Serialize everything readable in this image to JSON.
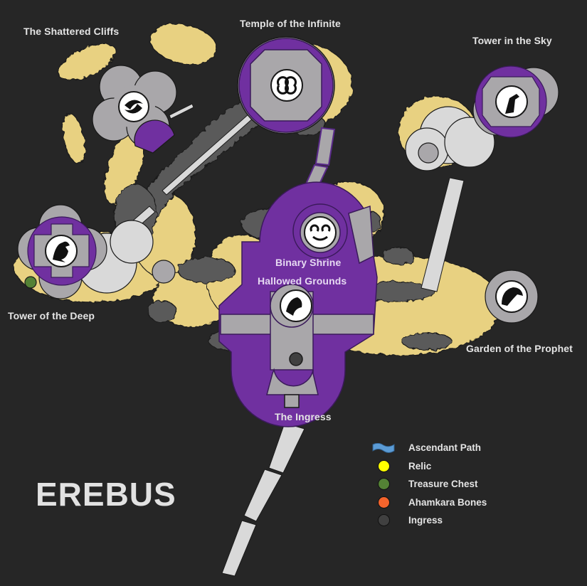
{
  "map": {
    "title": "EREBUS",
    "locations": [
      {
        "id": "shattered-cliffs",
        "name": "The Shattered Cliffs"
      },
      {
        "id": "temple-infinite",
        "name": "Temple of the Infinite"
      },
      {
        "id": "tower-sky",
        "name": "Tower in the Sky"
      },
      {
        "id": "tower-deep",
        "name": "Tower of the Deep"
      },
      {
        "id": "binary-shrine",
        "name": "Binary Shrine"
      },
      {
        "id": "hallowed-grounds",
        "name": "Hallowed Grounds"
      },
      {
        "id": "garden-prophet",
        "name": "Garden of the Prophet"
      },
      {
        "id": "ingress",
        "name": "The Ingress"
      }
    ],
    "markers": [
      {
        "type": "treasure-chest",
        "location": "Tower of the Deep"
      },
      {
        "type": "ingress",
        "location": "Hallowed Grounds"
      }
    ]
  },
  "legend": {
    "items": [
      {
        "label": "Ascendant Path",
        "symbol": "flag",
        "color": "#5b9bd5"
      },
      {
        "label": "Relic",
        "symbol": "dot",
        "color": "#ffff00"
      },
      {
        "label": "Treasure Chest",
        "symbol": "dot",
        "color": "#548235"
      },
      {
        "label": "Ahamkara Bones",
        "symbol": "dot",
        "color": "#f4642c"
      },
      {
        "label": "Ingress",
        "symbol": "dot",
        "color": "#404040"
      }
    ]
  },
  "colors": {
    "background": "#262626",
    "sand": "#e8d181",
    "stone": "#a9a7aa",
    "light_stone": "#d9d9d9",
    "rock": "#5a5a5a",
    "purple": "#7030a0"
  }
}
